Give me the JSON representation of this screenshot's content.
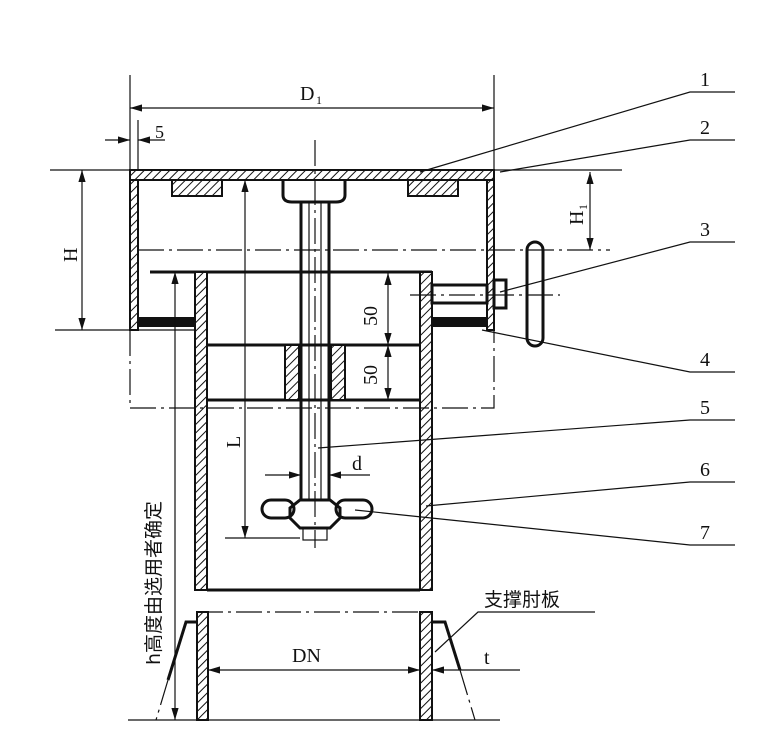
{
  "drawing": {
    "dimensions": {
      "D1_main": "D",
      "D1_sub": "1",
      "five_top": "5",
      "H": "H",
      "H1_main": "H",
      "H1_sub": "1",
      "fifty_upper": "50",
      "fifty_lower": "50",
      "L": "L",
      "d": "d",
      "DN": "DN",
      "t": "t",
      "h_note": "h高度由选用者确定"
    },
    "part_labels": [
      "1",
      "2",
      "3",
      "4",
      "5",
      "6",
      "7"
    ],
    "support_label": "支撑肘板"
  }
}
